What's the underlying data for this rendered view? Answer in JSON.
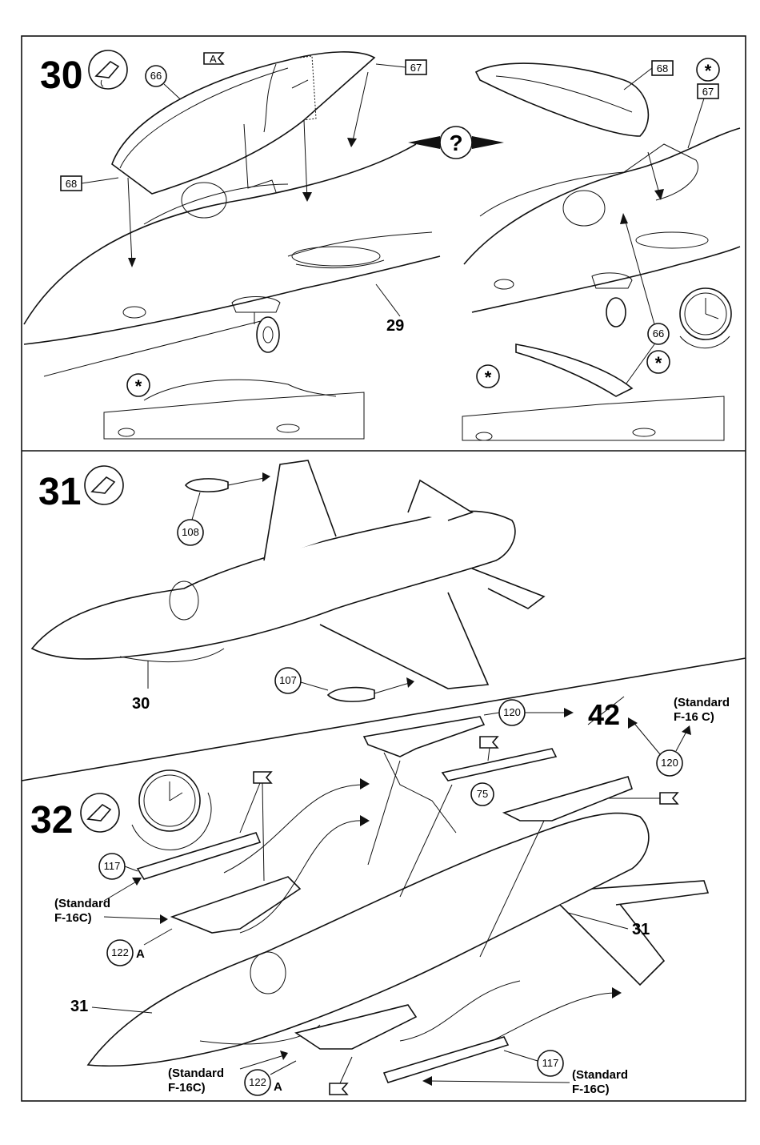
{
  "steps": [
    {
      "number": "30"
    },
    {
      "number": "31"
    },
    {
      "number": "32"
    }
  ],
  "parts": {
    "p66": "66",
    "p67": "67",
    "p68": "68",
    "p29": "29",
    "p108": "108",
    "p107": "107",
    "p30": "30",
    "p120": "120",
    "p42": "42",
    "p75": "75",
    "p117": "117",
    "p122": "122",
    "p31": "31"
  },
  "labels": {
    "a": "A",
    "question": "?",
    "std_line1": "(Standard",
    "std_line2": "F-16C)",
    "std_line2b": "F-16 C)"
  },
  "icons": [
    "glue-tube-icon",
    "clock-icon",
    "asterisk-icon",
    "paint-flag-icon",
    "question-arrow-icon"
  ]
}
